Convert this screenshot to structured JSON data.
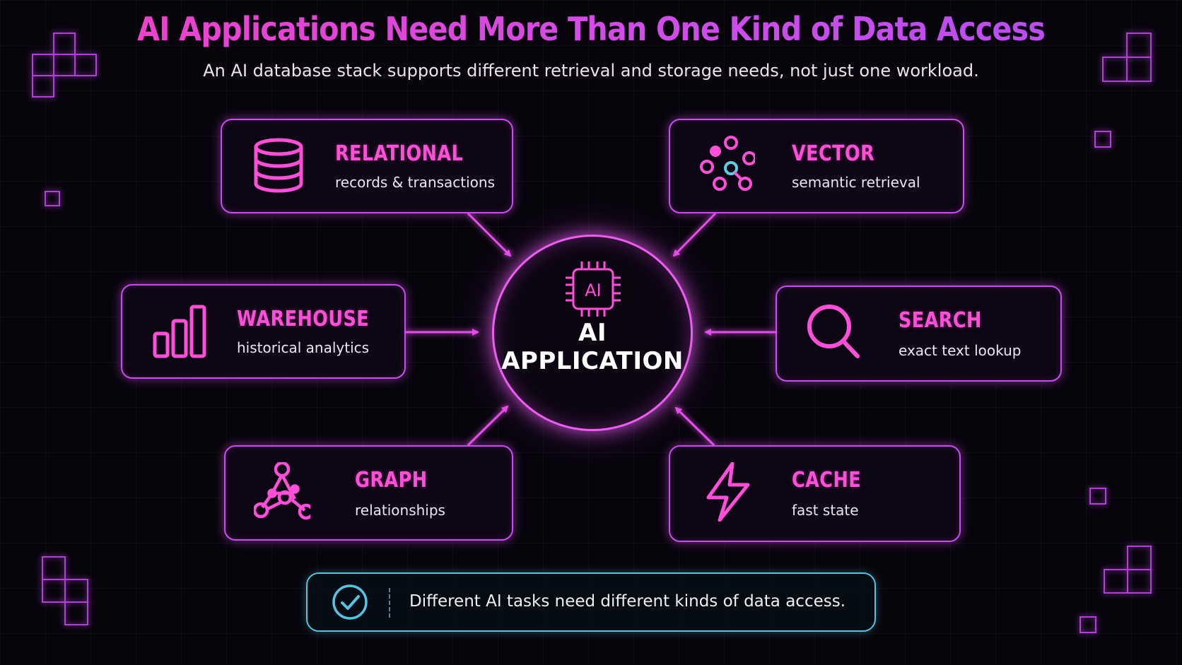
{
  "header": {
    "title": "AI Applications Need More Than One Kind of Data Access",
    "subtitle": "An AI database stack supports different retrieval and storage needs, not just one workload."
  },
  "hub": {
    "chip_label": "AI",
    "title_line1": "AI",
    "title_line2": "APPLICATION"
  },
  "cards": {
    "relational": {
      "name": "RELATIONAL",
      "desc": "records & transactions",
      "icon": "database-icon"
    },
    "vector": {
      "name": "VECTOR",
      "desc": "semantic retrieval",
      "icon": "vector-points-icon"
    },
    "warehouse": {
      "name": "WAREHOUSE",
      "desc": "historical analytics",
      "icon": "bar-chart-icon"
    },
    "search": {
      "name": "SEARCH",
      "desc": "exact text lookup",
      "icon": "magnifier-icon"
    },
    "graph": {
      "name": "GRAPH",
      "desc": "relationships",
      "icon": "graph-nodes-icon"
    },
    "cache": {
      "name": "CACHE",
      "desc": "fast state",
      "icon": "lightning-icon"
    }
  },
  "footer": {
    "icon": "check-circle-icon",
    "note": "Different AI tasks need different kinds of data access."
  },
  "colors": {
    "accent_pink": "#ff4fd8",
    "accent_purple": "#c94cf0",
    "accent_cyan": "#54c4e0",
    "background": "#07050b"
  }
}
